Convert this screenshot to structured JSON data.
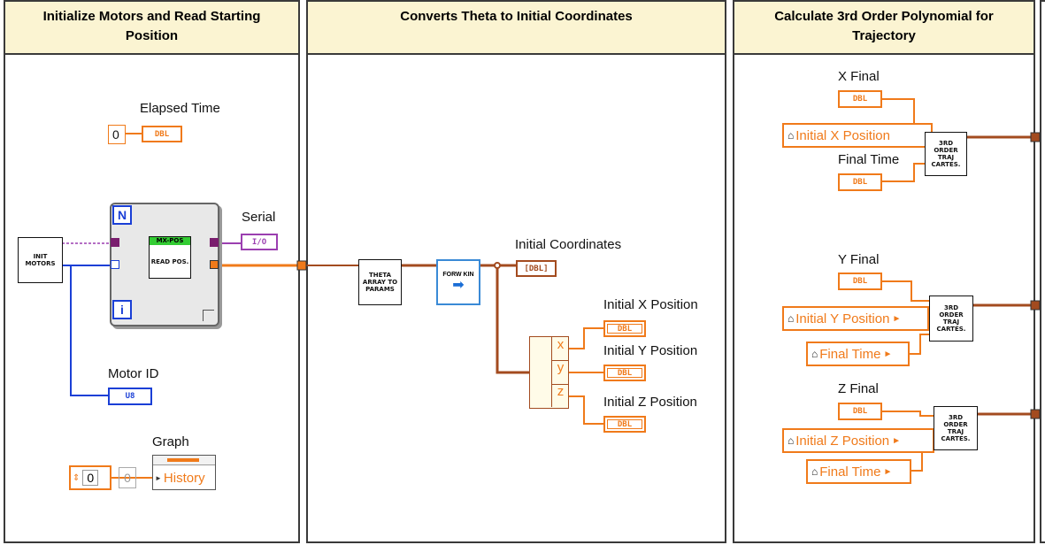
{
  "frames": [
    {
      "title": "Initialize Motors and Read Starting Position"
    },
    {
      "title": "Converts Theta to Initial Coordinates"
    },
    {
      "title": "Calculate 3rd Order Polynomial for Trajectory"
    }
  ],
  "section1": {
    "elapsed_time_label": "Elapsed Time",
    "elapsed_const": "0",
    "dbl_tag": "DBL",
    "init_motors_label": "INIT MOTORS",
    "loop_count_label": "N",
    "loop_iter_label": "i",
    "read_pos_label": "READ POS.",
    "read_pos_header": "MX-POS",
    "serial_label": "Serial",
    "visa_tag": "I/O",
    "motor_id_label": "Motor ID",
    "u8_tag": "U8",
    "graph_label": "Graph",
    "graph_const": "0",
    "graph_index": "0",
    "history_label": "History"
  },
  "section2": {
    "theta_vi_label": "THETA ARRAY TO PARAMS",
    "forward_kin_label": "FORW KIN",
    "initial_coords_label": "Initial Coordinates",
    "cluster_tag": "[DBL]",
    "unbundle_items": [
      "x",
      "y",
      "z"
    ],
    "initial_x_label": "Initial X Position",
    "initial_y_label": "Initial Y Position",
    "initial_z_label": "Initial Z Position",
    "dbl_tag": "DBL"
  },
  "section3": {
    "x_final_label": "X Final",
    "y_final_label": "Y Final",
    "z_final_label": "Z Final",
    "final_time_label": "Final Time",
    "dbl_tag": "DBL",
    "initial_x_prop": "Initial X Position",
    "initial_y_prop": "Initial Y Position",
    "initial_z_prop": "Initial Z Position",
    "final_time_prop": "Final Time",
    "traj_vi_label": "3RD ORDER TRAJ CARTES."
  },
  "colors": {
    "dbl_orange": "#f07a1a",
    "u8_blue": "#1a3fd6",
    "visa_purple": "#9b3fb0",
    "cluster_brown": "#a34b1f",
    "frame_header": "#fbf4d2"
  }
}
